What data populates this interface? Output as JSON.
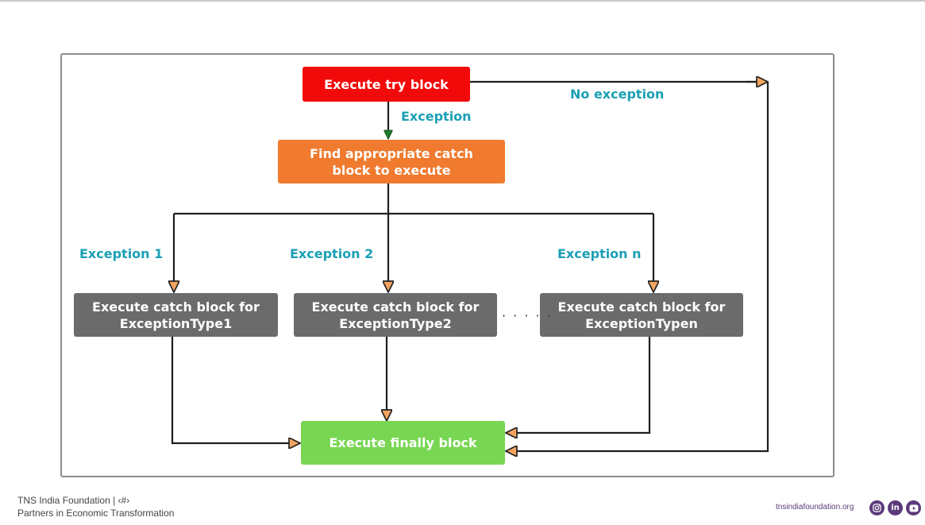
{
  "diagram": {
    "nodes": {
      "try": "Execute try block",
      "find": "Find appropriate catch\nblock to execute",
      "catch1": "Execute catch block for\nExceptionType1",
      "catch2": "Execute catch block for\nExceptionType2",
      "catchn": "Execute catch block for\nExceptionTypen",
      "finally": "Execute finally block"
    },
    "edge_labels": {
      "no_exception": "No exception",
      "exception": "Exception",
      "exception_1": "Exception 1",
      "exception_2": "Exception 2",
      "exception_n": "Exception n"
    },
    "ellipsis": "· · · · ·"
  },
  "footer": {
    "org": "TNS India Foundation | ‹#›",
    "tagline": "Partners in Economic Transformation",
    "url": "tnsindiafoundation.org",
    "social_icons": [
      "instagram-icon",
      "linkedin-icon",
      "youtube-icon"
    ]
  },
  "colors": {
    "try": "#f20a0a",
    "find": "#f07a2e",
    "catch": "#6b6b6b",
    "finally": "#78d653",
    "edge_label": "#1ba0b4",
    "arrowhead": "#f4a460",
    "social": "#5b3a7c"
  }
}
